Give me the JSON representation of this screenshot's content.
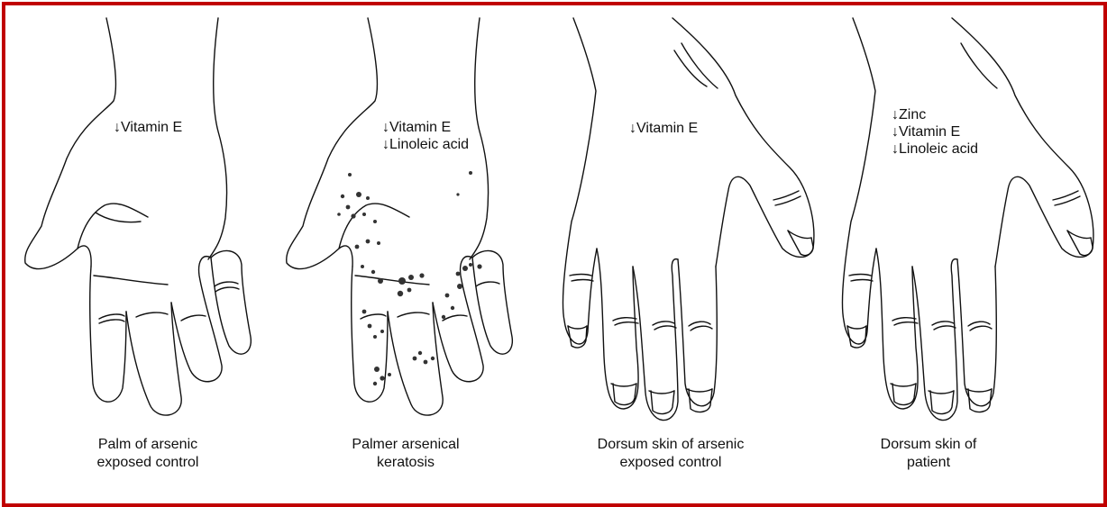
{
  "panels": [
    {
      "caption": [
        "Palm of arsenic",
        "exposed control"
      ],
      "markers": [
        "↓Vitamin E"
      ]
    },
    {
      "caption": [
        "Palmer arsenical",
        "keratosis"
      ],
      "markers": [
        "↓Vitamin E",
        "↓Linoleic acid"
      ]
    },
    {
      "caption": [
        "Dorsum skin of arsenic",
        "exposed control"
      ],
      "markers": [
        "↓Vitamin E"
      ]
    },
    {
      "caption": [
        "Dorsum skin of",
        "patient"
      ],
      "markers": [
        "↓Zinc",
        "↓Vitamin E",
        "↓Linoleic acid"
      ]
    }
  ],
  "colors": {
    "border": "#c00000",
    "ink": "#111111",
    "lesion": "#333333"
  }
}
